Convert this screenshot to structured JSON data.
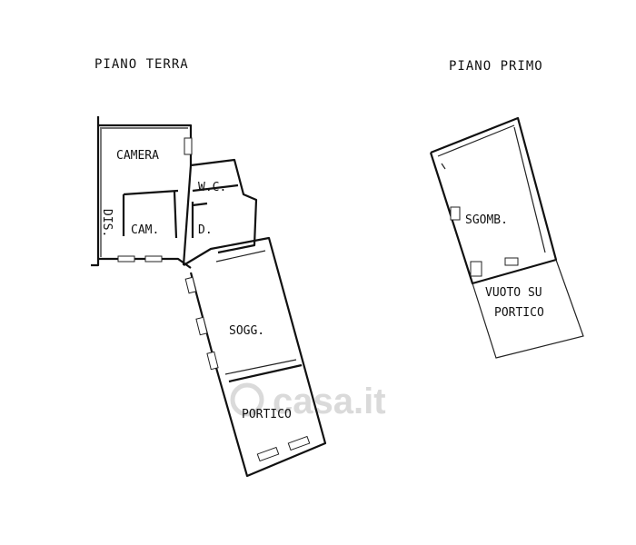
{
  "floors": {
    "ground": {
      "title": "PIANO TERRA",
      "rooms": {
        "camera": "CAMERA",
        "wc": "W.C.",
        "dis": "DIS.",
        "cam": "CAM.",
        "d": "D.",
        "sogg": "SOGG.",
        "portico": "PORTICO"
      }
    },
    "first": {
      "title": "PIANO PRIMO",
      "rooms": {
        "sgomb": "SGOMB.",
        "vuoto_line1": "VUOTO SU",
        "vuoto_line2": "PORTICO"
      }
    }
  },
  "watermark": "casa.it"
}
